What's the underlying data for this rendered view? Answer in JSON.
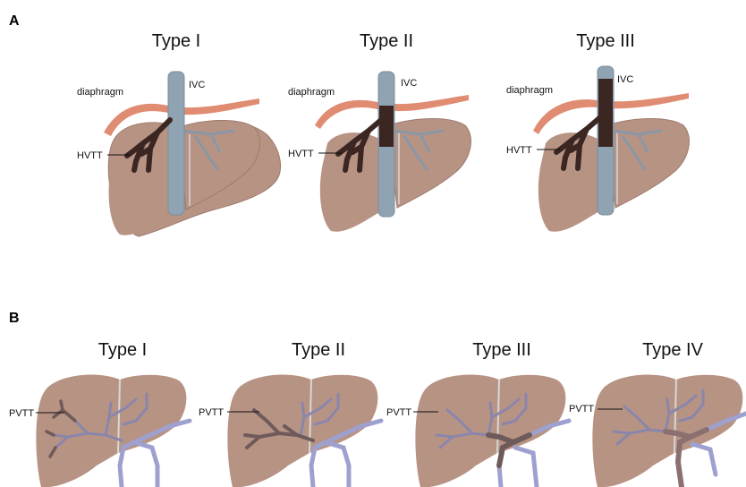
{
  "panels": [
    {
      "letter": "A",
      "diagrams": [
        {
          "title": "Type I",
          "labels": {
            "diaphragm": "diaphragm",
            "ivc": "IVC",
            "thrombus": "HVTT"
          },
          "extent": "hepatic-veins"
        },
        {
          "title": "Type II",
          "labels": {
            "diaphragm": "diaphragm",
            "ivc": "IVC",
            "thrombus": "HVTT"
          },
          "extent": "ivc-below-diaphragm"
        },
        {
          "title": "Type III",
          "labels": {
            "diaphragm": "diaphragm",
            "ivc": "IVC",
            "thrombus": "HVTT"
          },
          "extent": "ivc-above-diaphragm"
        }
      ]
    },
    {
      "letter": "B",
      "diagrams": [
        {
          "title": "Type I",
          "labels": {
            "thrombus": "PVTT"
          },
          "extent": "segmental-branches"
        },
        {
          "title": "Type II",
          "labels": {
            "thrombus": "PVTT"
          },
          "extent": "first-order-branch"
        },
        {
          "title": "Type III",
          "labels": {
            "thrombus": "PVTT"
          },
          "extent": "main-trunk"
        },
        {
          "title": "Type IV",
          "labels": {
            "thrombus": "PVTT"
          },
          "extent": "superior-mesenteric-vein"
        }
      ]
    }
  ],
  "colors": {
    "liver": "#b79384",
    "liver_edge": "#9e7b6c",
    "diaphragm": "#e08c72",
    "ivc": "#8fa3b2",
    "ivc_edge": "#7a8e9e",
    "thrombus": "#3b2622",
    "hepatic_vein": "#8a97a6",
    "portal_vein": "#9ea0cf",
    "portal_vein_inner": "#7d7aa6",
    "pvtt": "#6e5a5a",
    "ligament": "#d7d7d7"
  }
}
